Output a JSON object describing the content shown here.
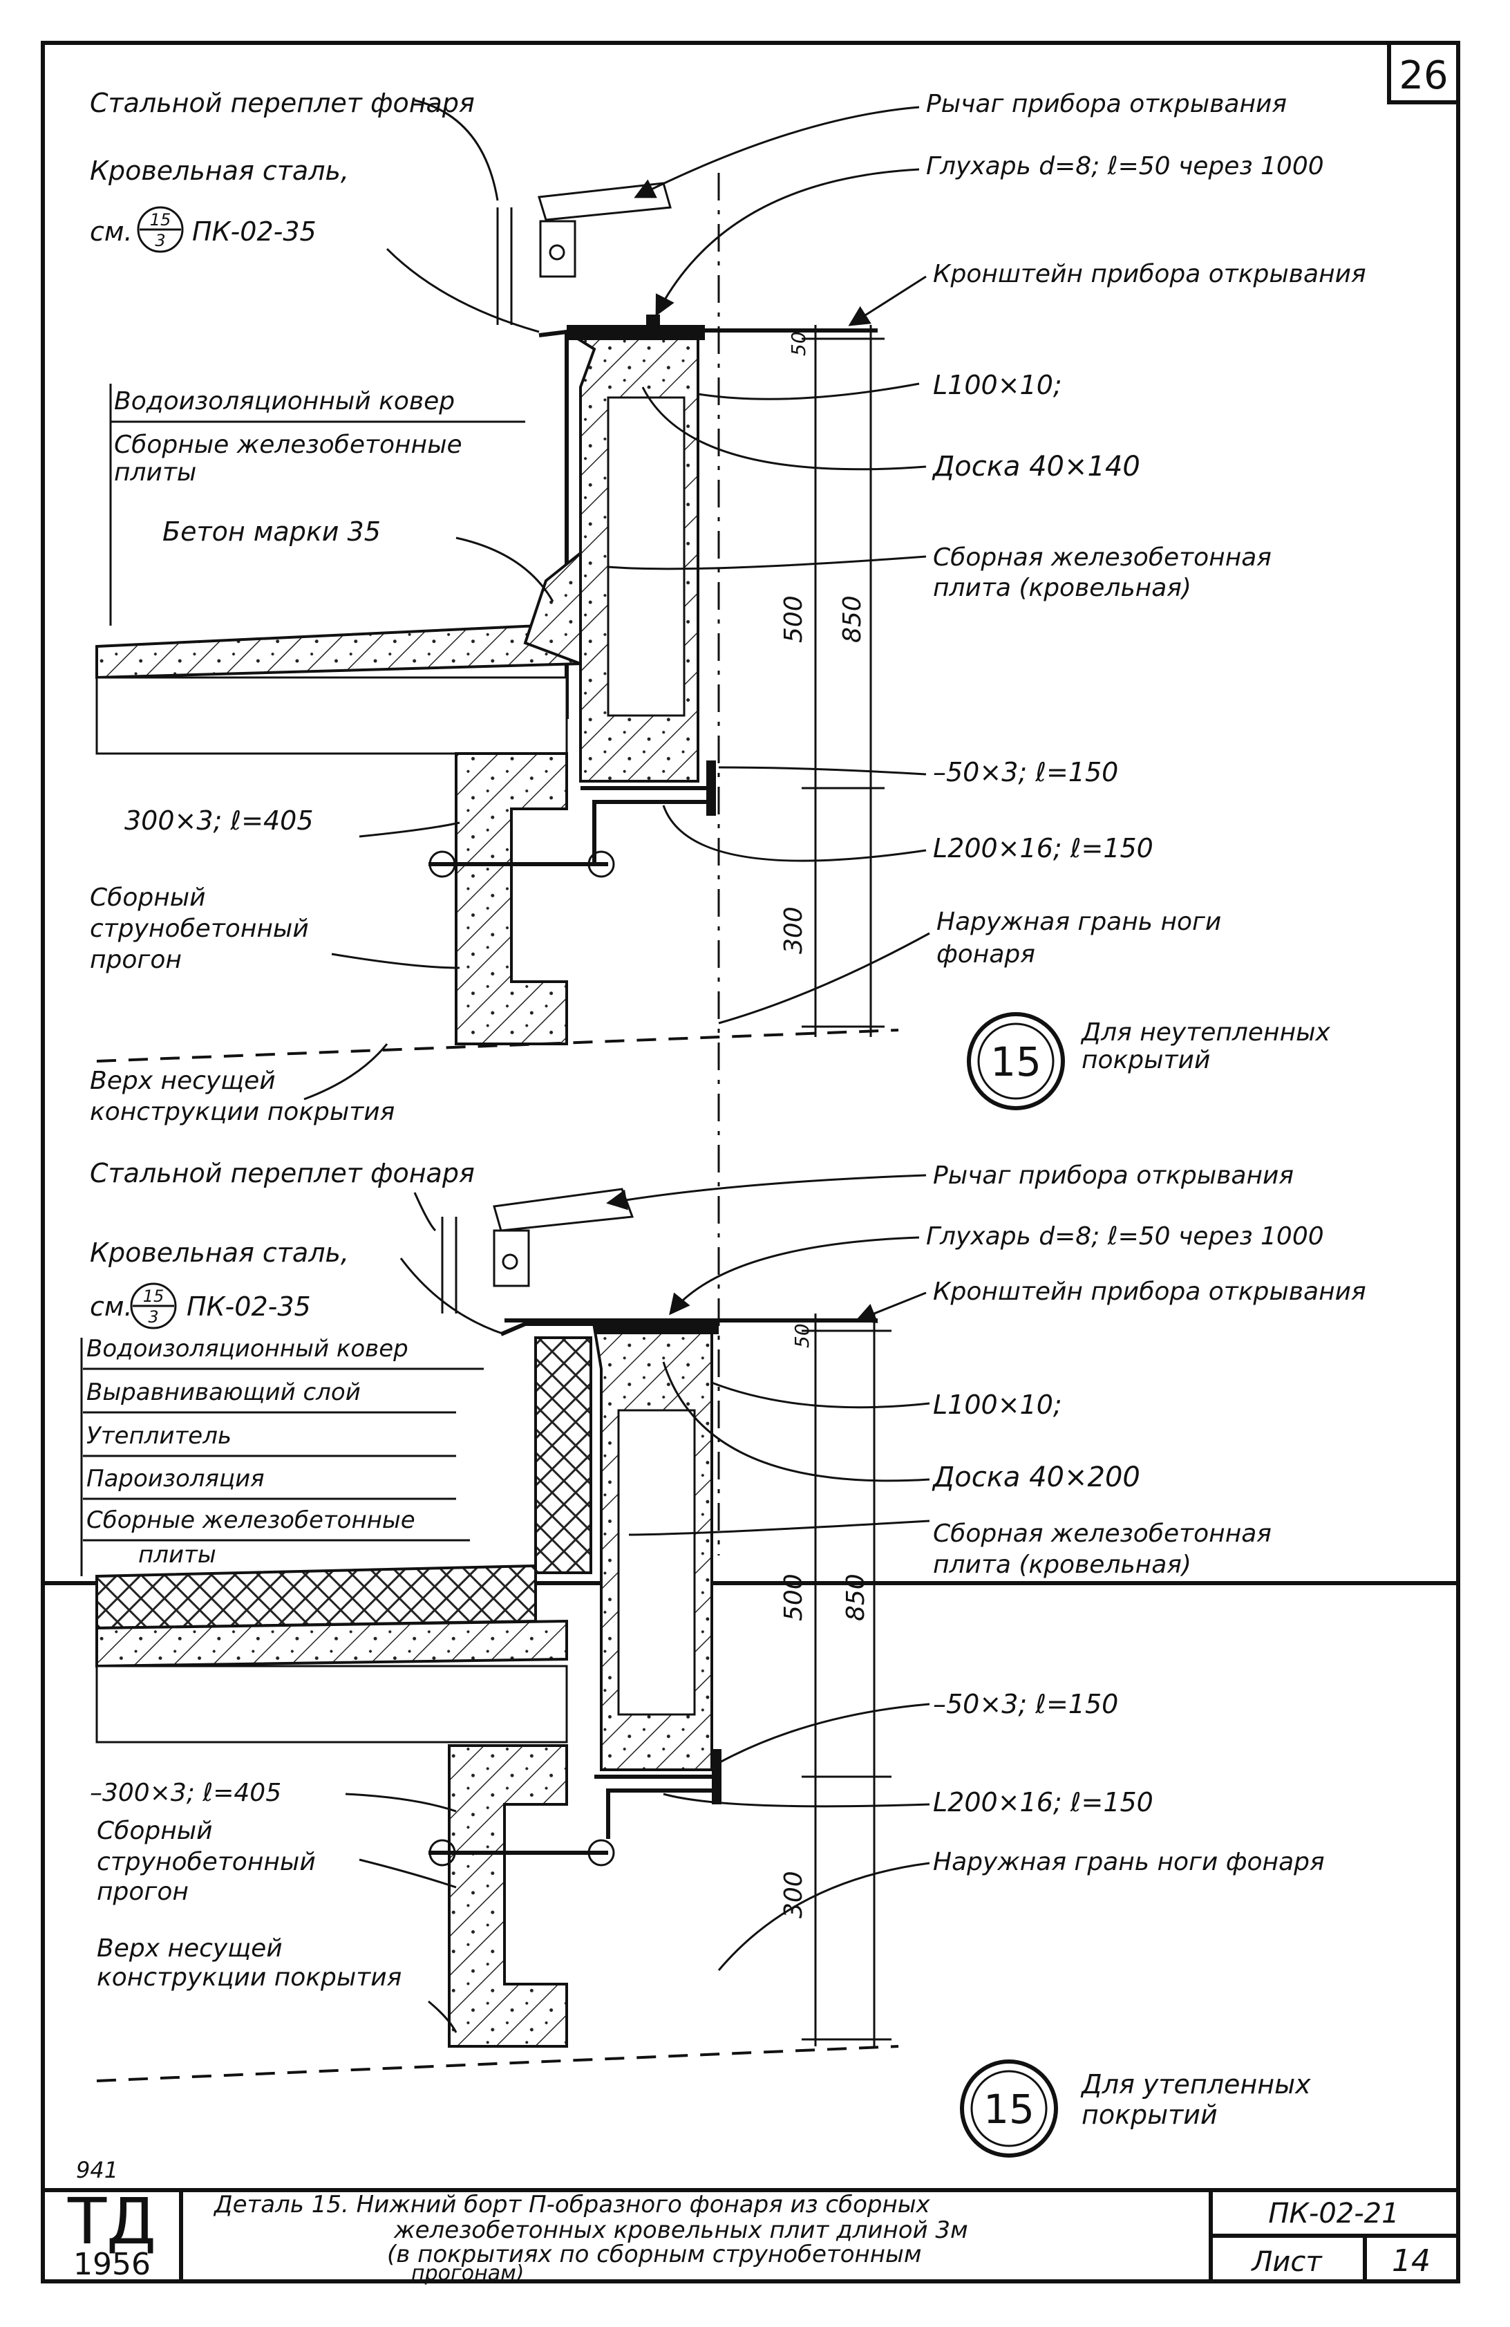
{
  "sheet_number": "26",
  "detail_top": {
    "labels": {
      "steel_sash": "Стальной переплет фонаря",
      "roof_steel": "Кровельная сталь,",
      "roof_steel_ref_prefix": "см.",
      "roof_steel_ref_num": "15",
      "roof_steel_ref_den": "3",
      "roof_steel_ref_code": "ПК-02-35",
      "waterproof": "Водоизоляционный ковер",
      "precast_slabs_1": "Сборные железобетонные",
      "precast_slabs_2": "плиты",
      "concrete": "Бетон марки 35",
      "strip1": "300×3; ℓ=405",
      "purlin_1": "Сборный",
      "purlin_2": "струнобетонный",
      "purlin_3": "прогон",
      "top_of_structure_1": "Верх несущей",
      "top_of_structure_2": "конструкции покрытия",
      "lever": "Рычаг прибора открывания",
      "rivet": "Глухарь d=8; ℓ=50 через 1000",
      "bracket": "Кронштейн прибора открывания",
      "angle1": "L100×10;",
      "board": "Доска 40×140",
      "roof_slab_1": "Сборная железобетонная",
      "roof_slab_2": "плита (кровельная)",
      "strip2": "–50×3; ℓ=150",
      "angle2": "L200×16; ℓ=150",
      "outer_face_1": "Наружная грань ноги",
      "outer_face_2": "фонаря",
      "dim_50": "50",
      "dim_500": "500",
      "dim_850": "850",
      "dim_300": "300",
      "marker": "15",
      "marker_caption_1": "Для неутепленных",
      "marker_caption_2": "покрытий"
    }
  },
  "detail_bottom": {
    "labels": {
      "steel_sash": "Стальной переплет фонаря",
      "roof_steel": "Кровельная сталь,",
      "roof_steel_ref_prefix": "см.",
      "roof_steel_ref_num": "15",
      "roof_steel_ref_den": "3",
      "roof_steel_ref_code": "ПК-02-35",
      "layers": [
        "Водоизоляционный ковер",
        "Выравнивающий слой",
        "Утеплитель",
        "Пароизоляция",
        "Сборные железобетонные"
      ],
      "layers_tail": "плиты",
      "strip1": "–300×3; ℓ=405",
      "purlin_1": "Сборный",
      "purlin_2": "струнобетонный",
      "purlin_3": "прогон",
      "top_of_structure_1": "Верх несущей",
      "top_of_structure_2": "конструкции покрытия",
      "lever": "Рычаг прибора открывания",
      "rivet": "Глухарь d=8; ℓ=50 через 1000",
      "bracket": "Кронштейн прибора открывания",
      "angle1": "L100×10;",
      "board": "Доска 40×200",
      "roof_slab_1": "Сборная железобетонная",
      "roof_slab_2": "плита (кровельная)",
      "strip2": "–50×3; ℓ=150",
      "angle2": "L200×16; ℓ=150",
      "outer_face": "Наружная грань ноги фонаря",
      "dim_50": "50",
      "dim_500": "500",
      "dim_850": "850",
      "dim_300": "300",
      "marker": "15",
      "marker_caption_1": "Для утепленных",
      "marker_caption_2": "покрытий"
    }
  },
  "footnote": "941",
  "title_block": {
    "logo_letters": "ТД",
    "logo_year": "1956",
    "description_1": "Деталь 15. Нижний борт П-образного фонаря из сборных",
    "description_2": "железобетонных кровельных плит длиной 3м",
    "description_3": "(в покрытиях по сборным струнобетонным",
    "description_4": "прогонам)",
    "doc_code": "ПК-02-21",
    "sheet_label": "Лист",
    "sheet_value": "14"
  }
}
